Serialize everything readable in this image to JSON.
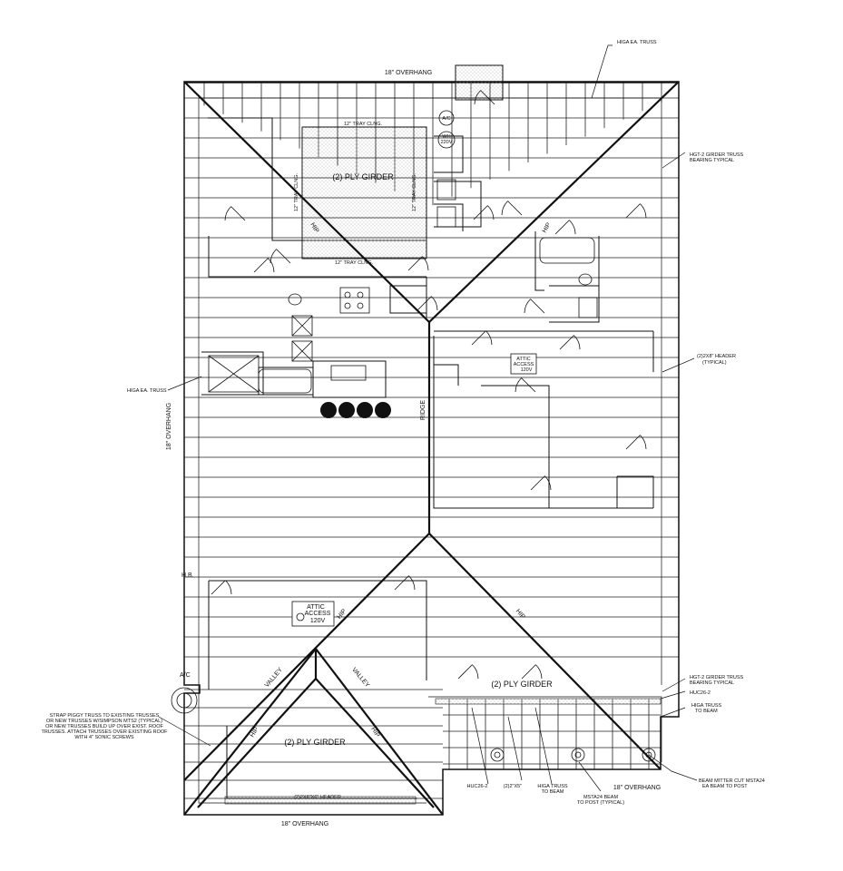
{
  "title": "",
  "colors": {
    "line": "#111111",
    "background": "#ffffff",
    "stipple": "#9a9a9a"
  },
  "labels": {
    "overhang_top": "18\" OVERHANG",
    "overhang_left": "18\" OVERHANG",
    "overhang_bottom_left": "18\" OVERHANG",
    "overhang_bottom_right": "18\" OVERHANG",
    "higa_ea_truss_top": "HIGA  EA. TRUSS",
    "higa_ea_truss_left": "HIGA  EA. TRUSS",
    "hgt2_top_line1": "HGT-2 GIRDER TRUSS",
    "hgt2_top_line2": "BEARING TYPICAL",
    "header_typ_line1": "(2)2X8\" HEADER",
    "header_typ_line2": "(TYPICAL)",
    "ply_girder_top": "(2) PLY GIRDER",
    "ply_girder_right": "(2) PLY GIRDER",
    "ply_girder_bottom": "(2) PLY GIRDER",
    "tray_clng_top": "12\" TRAY CLNG.",
    "tray_clng_bottom": "12\" TRAY CLNG.",
    "tray_clng_left": "12\" TRAY CLNG.",
    "tray_clng_right": "12\" TRAY CLNG.",
    "ac_upper": "A/C",
    "wh_line1": "WH",
    "wh_line2": "220V",
    "hip": "HIP",
    "ridge": "RIDGE",
    "valley": "VALLEY",
    "attic_access_line1": "ATTIC",
    "attic_access_line2": "ACCESS",
    "attic_access_line3": "120V",
    "hb": "H.B.",
    "ac_lower": "A/C",
    "hgt2_bottom_line1": "HGT-2 GIRDER TRUSS",
    "hgt2_bottom_line2": "BEARING TYPICAL",
    "huc": "HUC26-2",
    "higa_truss_beam_right_line1": "HIGA TRUSS",
    "higa_truss_beam_right_line2": "TO BEAM",
    "beam_mitter_line1": "BEAM MITTER CUT MSTA24",
    "beam_mitter_line2": "EA BEAM TO POST",
    "strap_note": [
      "STRAP PIGGY TRUSS TO EXISTING TRUSSES",
      "OR NEW TRUSSES W/SIMPSON MTS2 (TYPICAL)",
      "OR NEW TRUSSES BUILD UP OVER EXIST. ROOF",
      "TRUSSES. ATTACH TRUSSES OVER EXISTING ROOF",
      "WITH 4\" SONIC SCREWS"
    ],
    "huc_bottom": "HUC26-2",
    "post_size": "(2)2\"X5\"",
    "higa_truss_beam_bottom_line1": "HIGA TRUSS",
    "higa_truss_beam_bottom_line2": "TO BEAM",
    "msta_line1": "MSTA24 BEAM",
    "msta_line2": "TO POST (TYPICAL)",
    "header_bottom": "(2)2X8\"X6\" HEADER"
  }
}
